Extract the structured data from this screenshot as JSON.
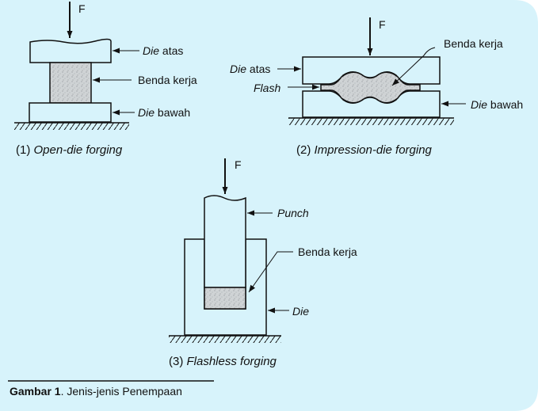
{
  "colors": {
    "panel": "#d7f3fb",
    "line": "#111111",
    "workpiece": "#cfd3d5"
  },
  "figure_caption": {
    "bold": "Gambar 1",
    "rest": ". Jenis-jenis Penempaan"
  },
  "open_die": {
    "force": "F",
    "upper_die": {
      "italic": "Die",
      "plain": " atas"
    },
    "workpiece": "Benda kerja",
    "lower_die": {
      "italic": "Die",
      "plain": " bawah"
    },
    "caption": {
      "num": "(1) ",
      "italic": "Open-die forging"
    }
  },
  "impression_die": {
    "force": "F",
    "workpiece": "Benda kerja",
    "upper_die": {
      "italic": "Die",
      "plain": " atas"
    },
    "flash": "Flash",
    "lower_die": {
      "italic": "Die",
      "plain": " bawah"
    },
    "caption": {
      "num": "(2) ",
      "italic": "Impression-die forging"
    }
  },
  "flashless": {
    "force": "F",
    "punch": "Punch",
    "workpiece": "Benda kerja",
    "die": "Die",
    "caption": {
      "num": "(3) ",
      "italic": "Flashless forging"
    }
  }
}
